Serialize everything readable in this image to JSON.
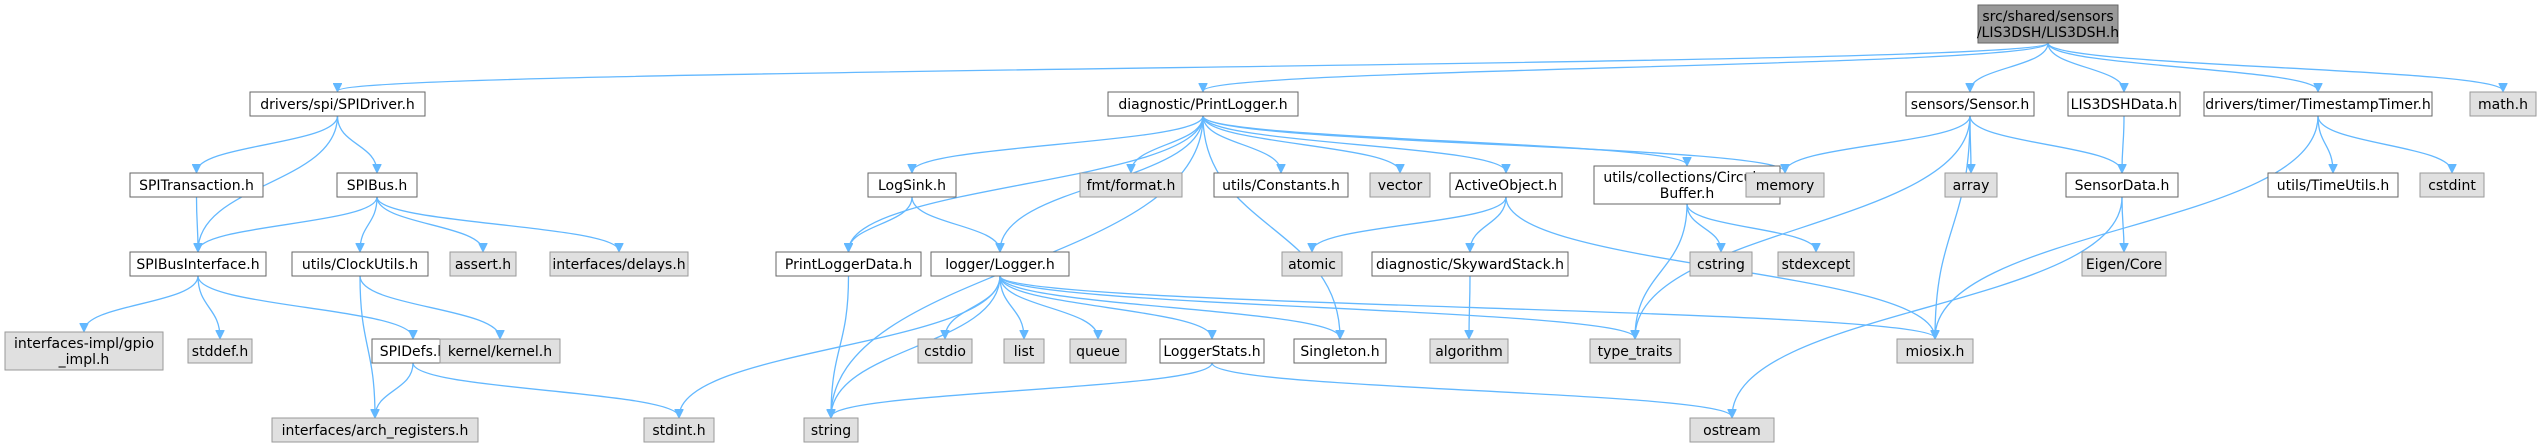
{
  "graph": {
    "nodes": [
      {
        "id": "root",
        "lines": [
          "src/shared/sensors",
          "/LIS3DSH/LIS3DSH.h"
        ],
        "style": "root"
      },
      {
        "id": "spidriver",
        "lines": [
          "drivers/spi/SPIDriver.h"
        ],
        "style": "white"
      },
      {
        "id": "printlogger",
        "lines": [
          "diagnostic/PrintLogger.h"
        ],
        "style": "white"
      },
      {
        "id": "sensor",
        "lines": [
          "sensors/Sensor.h"
        ],
        "style": "white"
      },
      {
        "id": "lis3dshdata",
        "lines": [
          "LIS3DSHData.h"
        ],
        "style": "white"
      },
      {
        "id": "timestamptimer",
        "lines": [
          "drivers/timer/TimestampTimer.h"
        ],
        "style": "white"
      },
      {
        "id": "math",
        "lines": [
          "math.h"
        ],
        "style": "grey"
      },
      {
        "id": "spitransaction",
        "lines": [
          "SPITransaction.h"
        ],
        "style": "white"
      },
      {
        "id": "spibus",
        "lines": [
          "SPIBus.h"
        ],
        "style": "white"
      },
      {
        "id": "spibusinterface",
        "lines": [
          "SPIBusInterface.h"
        ],
        "style": "white"
      },
      {
        "id": "gpioimpl",
        "lines": [
          "interfaces-impl/gpio",
          "_impl.h"
        ],
        "style": "grey"
      },
      {
        "id": "stddef",
        "lines": [
          "stddef.h"
        ],
        "style": "grey"
      },
      {
        "id": "spidefs",
        "lines": [
          "SPIDefs.h"
        ],
        "style": "white"
      },
      {
        "id": "clockutils",
        "lines": [
          "utils/ClockUtils.h"
        ],
        "style": "white"
      },
      {
        "id": "assert",
        "lines": [
          "assert.h"
        ],
        "style": "grey"
      },
      {
        "id": "delays",
        "lines": [
          "interfaces/delays.h"
        ],
        "style": "grey"
      },
      {
        "id": "kernel",
        "lines": [
          "kernel/kernel.h"
        ],
        "style": "grey"
      },
      {
        "id": "archregs",
        "lines": [
          "interfaces/arch_registers.h"
        ],
        "style": "grey"
      },
      {
        "id": "stdint",
        "lines": [
          "stdint.h"
        ],
        "style": "grey"
      },
      {
        "id": "logsink",
        "lines": [
          "LogSink.h"
        ],
        "style": "white"
      },
      {
        "id": "printloggerdata",
        "lines": [
          "PrintLoggerData.h"
        ],
        "style": "white"
      },
      {
        "id": "logger",
        "lines": [
          "logger/Logger.h"
        ],
        "style": "white"
      },
      {
        "id": "fmtformat",
        "lines": [
          "fmt/format.h"
        ],
        "style": "grey"
      },
      {
        "id": "constants",
        "lines": [
          "utils/Constants.h"
        ],
        "style": "white"
      },
      {
        "id": "vector",
        "lines": [
          "vector"
        ],
        "style": "grey"
      },
      {
        "id": "activeobject",
        "lines": [
          "ActiveObject.h"
        ],
        "style": "white"
      },
      {
        "id": "circularbuffer",
        "lines": [
          "utils/collections/Circular",
          "Buffer.h"
        ],
        "style": "white"
      },
      {
        "id": "memory",
        "lines": [
          "memory"
        ],
        "style": "grey"
      },
      {
        "id": "array",
        "lines": [
          "array"
        ],
        "style": "grey"
      },
      {
        "id": "sensordata",
        "lines": [
          "SensorData.h"
        ],
        "style": "white"
      },
      {
        "id": "timeutils",
        "lines": [
          "utils/TimeUtils.h"
        ],
        "style": "white"
      },
      {
        "id": "cstdint",
        "lines": [
          "cstdint"
        ],
        "style": "grey"
      },
      {
        "id": "atomic",
        "lines": [
          "atomic"
        ],
        "style": "grey"
      },
      {
        "id": "skywardstack",
        "lines": [
          "diagnostic/SkywardStack.h"
        ],
        "style": "white"
      },
      {
        "id": "cstring",
        "lines": [
          "cstring"
        ],
        "style": "grey"
      },
      {
        "id": "stdexcept",
        "lines": [
          "stdexcept"
        ],
        "style": "grey"
      },
      {
        "id": "eigencore",
        "lines": [
          "Eigen/Core"
        ],
        "style": "grey"
      },
      {
        "id": "algorithm",
        "lines": [
          "algorithm"
        ],
        "style": "grey"
      },
      {
        "id": "typetraits",
        "lines": [
          "type_traits"
        ],
        "style": "grey"
      },
      {
        "id": "miosix",
        "lines": [
          "miosix.h"
        ],
        "style": "grey"
      },
      {
        "id": "cstdio",
        "lines": [
          "cstdio"
        ],
        "style": "grey"
      },
      {
        "id": "list",
        "lines": [
          "list"
        ],
        "style": "grey"
      },
      {
        "id": "queue",
        "lines": [
          "queue"
        ],
        "style": "grey"
      },
      {
        "id": "loggerstats",
        "lines": [
          "LoggerStats.h"
        ],
        "style": "white"
      },
      {
        "id": "singleton",
        "lines": [
          "Singleton.h"
        ],
        "style": "white"
      },
      {
        "id": "string",
        "lines": [
          "string"
        ],
        "style": "grey"
      },
      {
        "id": "ostream",
        "lines": [
          "ostream"
        ],
        "style": "grey"
      }
    ],
    "edges": [
      [
        "root",
        "spidriver"
      ],
      [
        "root",
        "printlogger"
      ],
      [
        "root",
        "sensor"
      ],
      [
        "root",
        "lis3dshdata"
      ],
      [
        "root",
        "timestamptimer"
      ],
      [
        "root",
        "math"
      ],
      [
        "spidriver",
        "spitransaction"
      ],
      [
        "spidriver",
        "spibus"
      ],
      [
        "spidriver",
        "spibusinterface"
      ],
      [
        "spitransaction",
        "spibusinterface"
      ],
      [
        "spibus",
        "spibusinterface"
      ],
      [
        "spibus",
        "clockutils"
      ],
      [
        "spibus",
        "assert"
      ],
      [
        "spibus",
        "delays"
      ],
      [
        "spibusinterface",
        "gpioimpl"
      ],
      [
        "spibusinterface",
        "stddef"
      ],
      [
        "spibusinterface",
        "spidefs"
      ],
      [
        "clockutils",
        "kernel"
      ],
      [
        "clockutils",
        "archregs"
      ],
      [
        "spidefs",
        "archregs"
      ],
      [
        "spidefs",
        "stdint"
      ],
      [
        "printlogger",
        "logsink"
      ],
      [
        "printlogger",
        "printloggerdata"
      ],
      [
        "printlogger",
        "logger"
      ],
      [
        "printlogger",
        "fmtformat"
      ],
      [
        "printlogger",
        "constants"
      ],
      [
        "printlogger",
        "vector"
      ],
      [
        "printlogger",
        "activeobject"
      ],
      [
        "printlogger",
        "circularbuffer"
      ],
      [
        "printlogger",
        "memory"
      ],
      [
        "printlogger",
        "singleton"
      ],
      [
        "printlogger",
        "string"
      ],
      [
        "logsink",
        "printloggerdata"
      ],
      [
        "logsink",
        "logger"
      ],
      [
        "printloggerdata",
        "string"
      ],
      [
        "logger",
        "cstdio"
      ],
      [
        "logger",
        "list"
      ],
      [
        "logger",
        "queue"
      ],
      [
        "logger",
        "loggerstats"
      ],
      [
        "logger",
        "singleton"
      ],
      [
        "logger",
        "typetraits"
      ],
      [
        "logger",
        "miosix"
      ],
      [
        "logger",
        "string"
      ],
      [
        "logger",
        "stdint"
      ],
      [
        "loggerstats",
        "string"
      ],
      [
        "loggerstats",
        "ostream"
      ],
      [
        "activeobject",
        "atomic"
      ],
      [
        "activeobject",
        "skywardstack"
      ],
      [
        "activeobject",
        "miosix"
      ],
      [
        "skywardstack",
        "algorithm"
      ],
      [
        "circularbuffer",
        "cstring"
      ],
      [
        "circularbuffer",
        "stdexcept"
      ],
      [
        "circularbuffer",
        "typetraits"
      ],
      [
        "sensor",
        "memory"
      ],
      [
        "sensor",
        "array"
      ],
      [
        "sensor",
        "sensordata"
      ],
      [
        "sensor",
        "typetraits"
      ],
      [
        "sensor",
        "miosix"
      ],
      [
        "lis3dshdata",
        "sensordata"
      ],
      [
        "sensordata",
        "eigencore"
      ],
      [
        "sensordata",
        "ostream"
      ],
      [
        "timestamptimer",
        "timeutils"
      ],
      [
        "timestamptimer",
        "cstdint"
      ],
      [
        "timestamptimer",
        "miosix"
      ]
    ]
  }
}
